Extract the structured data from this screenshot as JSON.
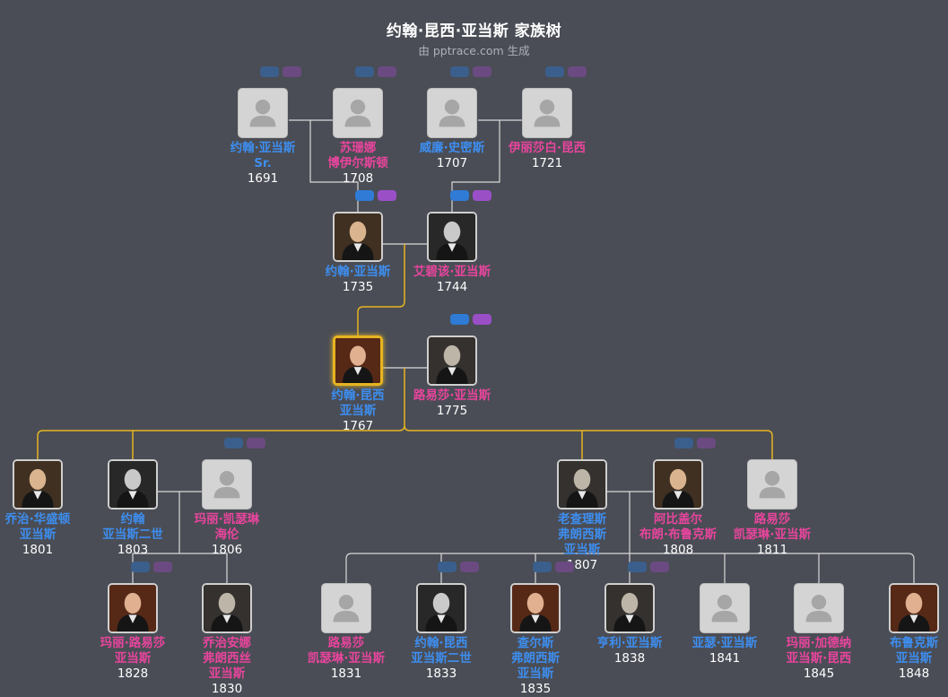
{
  "title": "约翰·昆西·亚当斯 家族树",
  "subtitle": "由 pptrace.com 生成",
  "colors": {
    "male": "#3d8ef0",
    "female": "#e8459d",
    "line": "#d9d9d9",
    "direct_line": "#e6b422",
    "background": "#4a4d55"
  },
  "people": {
    "john_sr": {
      "lines": [
        "约翰·亚当斯",
        "Sr."
      ],
      "year": "1691",
      "gender": "male",
      "photo": "placeholder-avatar-icon"
    },
    "susanna": {
      "lines": [
        "苏珊娜",
        "博伊尔斯顿"
      ],
      "year": "1708",
      "gender": "female",
      "photo": "placeholder-avatar-icon"
    },
    "william_smith": {
      "lines": [
        "威廉·史密斯"
      ],
      "year": "1707",
      "gender": "male",
      "photo": "placeholder-avatar-icon"
    },
    "elizabeth_quincy": {
      "lines": [
        "伊丽莎白·昆西"
      ],
      "year": "1721",
      "gender": "female",
      "photo": "placeholder-avatar-icon"
    },
    "john_adams": {
      "lines": [
        "约翰·亚当斯"
      ],
      "year": "1735",
      "gender": "male",
      "photo": "portrait"
    },
    "abigail": {
      "lines": [
        "艾碧该·亚当斯"
      ],
      "year": "1744",
      "gender": "female",
      "photo": "portrait"
    },
    "jqa": {
      "lines": [
        "约翰·昆西",
        "亚当斯"
      ],
      "year": "1767",
      "gender": "male",
      "photo": "portrait"
    },
    "louisa": {
      "lines": [
        "路易莎·亚当斯"
      ],
      "year": "1775",
      "gender": "female",
      "photo": "portrait"
    },
    "george_washington": {
      "lines": [
        "乔治·华盛顿",
        "亚当斯"
      ],
      "year": "1801",
      "gender": "male",
      "photo": "portrait"
    },
    "john_ii": {
      "lines": [
        "约翰",
        "亚当斯二世"
      ],
      "year": "1803",
      "gender": "male",
      "photo": "portrait"
    },
    "mary_catherine": {
      "lines": [
        "玛丽·凯瑟琳",
        "海伦"
      ],
      "year": "1806",
      "gender": "female",
      "photo": "placeholder-avatar-icon"
    },
    "charles_francis": {
      "lines": [
        "老查理斯",
        "弗朗西斯",
        "亚当斯"
      ],
      "year": "1807",
      "gender": "male",
      "photo": "portrait"
    },
    "abigail_brown": {
      "lines": [
        "阿比盖尔",
        "布朗·布鲁克斯"
      ],
      "year": "1808",
      "gender": "female",
      "photo": "portrait"
    },
    "louisa_catherine": {
      "lines": [
        "路易莎",
        "凯瑟琳·亚当斯"
      ],
      "year": "1811",
      "gender": "female",
      "photo": "placeholder-avatar-icon"
    },
    "mary_louisa": {
      "lines": [
        "玛丽·路易莎",
        "亚当斯"
      ],
      "year": "1828",
      "gender": "female",
      "photo": "portrait"
    },
    "georgiana": {
      "lines": [
        "乔治安娜",
        "弗朗西丝",
        "亚当斯"
      ],
      "year": "1830",
      "gender": "female",
      "photo": "portrait"
    },
    "louisa_1831": {
      "lines": [
        "路易莎",
        "凯瑟琳·亚当斯"
      ],
      "year": "1831",
      "gender": "female",
      "photo": "placeholder-avatar-icon"
    },
    "jqa_ii": {
      "lines": [
        "约翰·昆西",
        "亚当斯二世"
      ],
      "year": "1833",
      "gender": "male",
      "photo": "portrait"
    },
    "charles_jr": {
      "lines": [
        "查尔斯",
        "弗朗西斯",
        "亚当斯"
      ],
      "year": "1835",
      "gender": "male",
      "photo": "portrait"
    },
    "henry": {
      "lines": [
        "亨利·亚当斯"
      ],
      "year": "1838",
      "gender": "male",
      "photo": "portrait"
    },
    "arthur": {
      "lines": [
        "亚瑟·亚当斯"
      ],
      "year": "1841",
      "gender": "male",
      "photo": "placeholder-avatar-icon"
    },
    "mary_gardiner": {
      "lines": [
        "玛丽·加德纳",
        "亚当斯·昆西"
      ],
      "year": "1845",
      "gender": "female",
      "photo": "placeholder-avatar-icon"
    },
    "brooks": {
      "lines": [
        "布鲁克斯",
        "亚当斯"
      ],
      "year": "1848",
      "gender": "male",
      "photo": "portrait"
    }
  }
}
